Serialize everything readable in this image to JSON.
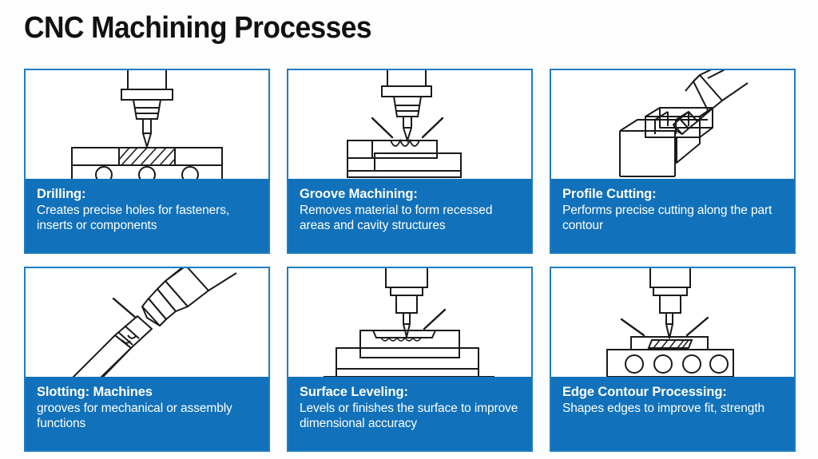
{
  "title": "CNC Machining Processes",
  "theme": {
    "accent_blue": "#1171ba",
    "border_blue": "#1f7cc2",
    "title_color": "#111111",
    "caption_text": "#ffffff",
    "background": "#ffffff",
    "line_color": "#1a1a1a"
  },
  "cards": [
    {
      "id": "drilling",
      "icon": "vertical-drill-over-hatched-block-with-holes",
      "title": "Drilling:",
      "body": "Creates precise holes for fasteners, inserts or components"
    },
    {
      "id": "groove-machining",
      "icon": "vertical-cutter-over-scalloped-groove-workpiece",
      "title": "Groove Machining:",
      "body": "Removes material to form recessed areas and cavity structures"
    },
    {
      "id": "profile-cutting",
      "icon": "angled-tool-cutting-isometric-slotted-block",
      "title": "Profile Cutting:",
      "body": "Performs precise cutting along the part contour"
    },
    {
      "id": "slotting",
      "icon": "diagonal-tool-cutting-diagonal-bar",
      "title": "Slotting: Machines",
      "body": "grooves for mechanical or assembly functions"
    },
    {
      "id": "surface-leveling",
      "icon": "vertical-cutter-over-shallow-pocket-on-base",
      "title": "Surface Leveling:",
      "body": "Levels or finishes the surface to improve dimensional accuracy"
    },
    {
      "id": "edge-contour-processing",
      "icon": "vertical-cutter-over-hatched-edge-plate-with-holes",
      "title": "Edge Contour Processing:",
      "body": "Shapes edges to improve fit, strength"
    }
  ]
}
